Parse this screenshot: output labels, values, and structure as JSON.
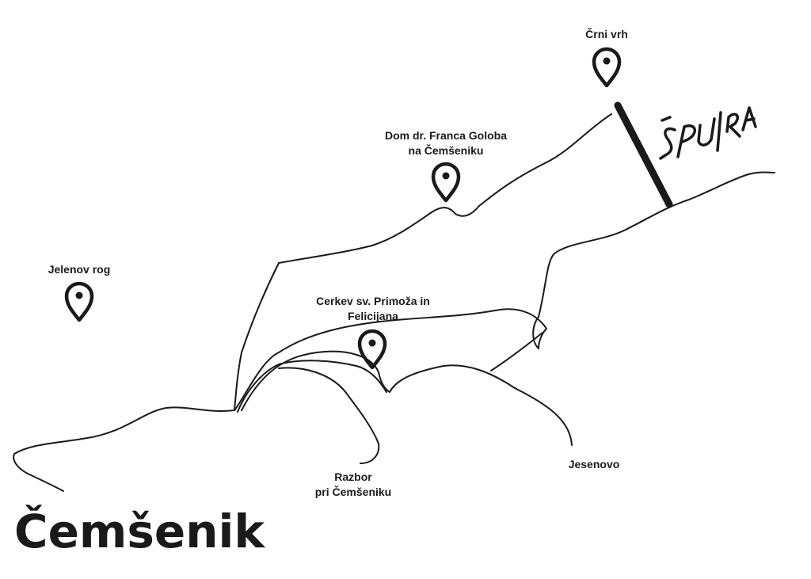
{
  "map": {
    "title": "Čemšenik",
    "logo_text": "ŠPURA",
    "places": [
      {
        "id": "crni-vrh",
        "lines": [
          "Črni vrh"
        ]
      },
      {
        "id": "dom",
        "lines": [
          "Dom dr. Franca Goloba",
          "na Čemšeniku"
        ]
      },
      {
        "id": "jelenov-rog",
        "lines": [
          "Jelenov rog"
        ]
      },
      {
        "id": "cerkev",
        "lines": [
          "Cerkev sv. Primoža in",
          "Felicijana"
        ]
      },
      {
        "id": "razbor",
        "lines": [
          "Razbor",
          "pri Čemšeniku"
        ]
      },
      {
        "id": "jesenovo",
        "lines": [
          "Jesenovo"
        ]
      }
    ],
    "colors": {
      "line": "#1a1a1a",
      "background": "#ffffff"
    }
  }
}
